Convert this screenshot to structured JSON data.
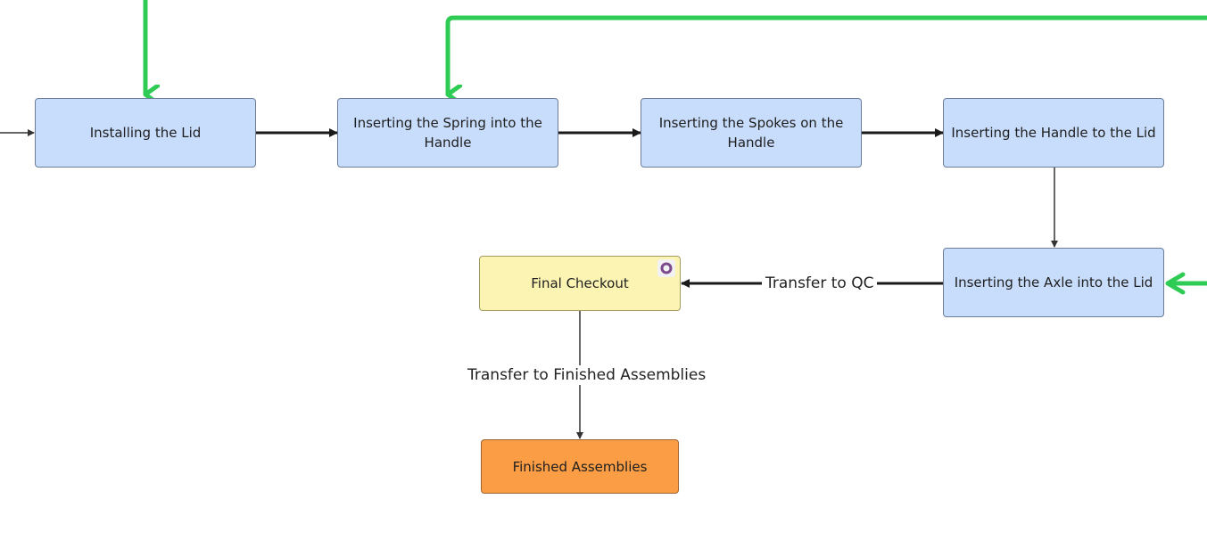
{
  "nodes": {
    "installing_lid": "Installing the Lid",
    "inserting_spring": "Inserting the Spring into the Handle",
    "inserting_spokes": "Inserting the Spokes on the Handle",
    "inserting_handle": "Inserting the Handle to the Lid",
    "inserting_axle": "Inserting the Axle into the Lid",
    "final_checkout": "Final Checkout",
    "finished_assemblies": "Finished Assemblies"
  },
  "edge_labels": {
    "transfer_qc": "Transfer to QC",
    "transfer_finished": "Transfer to Finished Assemblies"
  },
  "colors": {
    "process_fill": "#c8dcfb",
    "checkout_fill": "#fcf4b3",
    "finished_fill": "#fb9d45",
    "feed_line": "#2ecc55",
    "flow_line": "#1a1a1a"
  },
  "icons": {
    "checkout_badge": "ring-icon"
  }
}
